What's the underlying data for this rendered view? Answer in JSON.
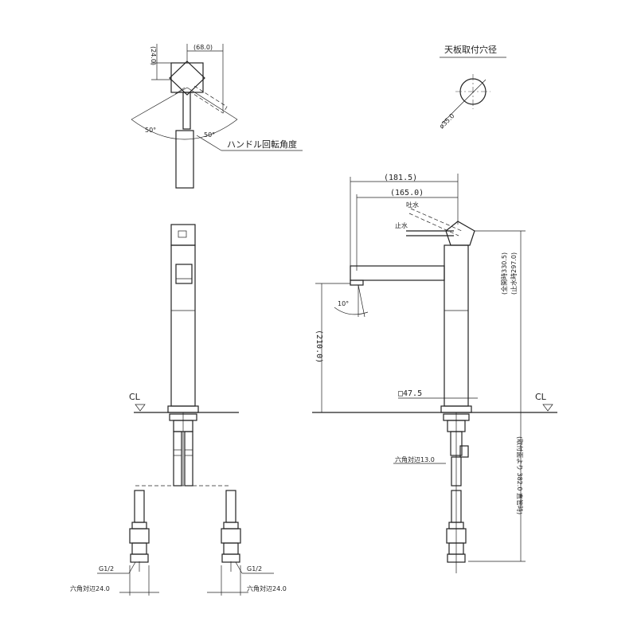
{
  "top_view": {
    "dim_24": "(24.0)",
    "dim_68": "(68.0)",
    "angle_left": "50°",
    "angle_right": "50°",
    "handle_rotation_label": "ハンドル回転角度"
  },
  "mount_hole": {
    "title": "天板取付穴径",
    "diameter": "ø35.0"
  },
  "front_view": {
    "centerline": "CL",
    "g_left": "G1/2",
    "g_right": "G1/2",
    "hex_left": "六角対辺24.0",
    "hex_right": "六角対辺24.0"
  },
  "side_view": {
    "dim_181": "(181.5)",
    "dim_165": "(165.0)",
    "spout_label": "吐水",
    "stop_label": "止水",
    "angle_10": "10°",
    "dim_210": "(210.0)",
    "dim_47": "□47.5",
    "centerline": "CL",
    "overall_height": "(全開時330.5)",
    "stop_height": "(止水時297.0)",
    "hex_13": "六角対辺13.0",
    "pipe_len": "(取付面より 382.0 直管時)"
  }
}
